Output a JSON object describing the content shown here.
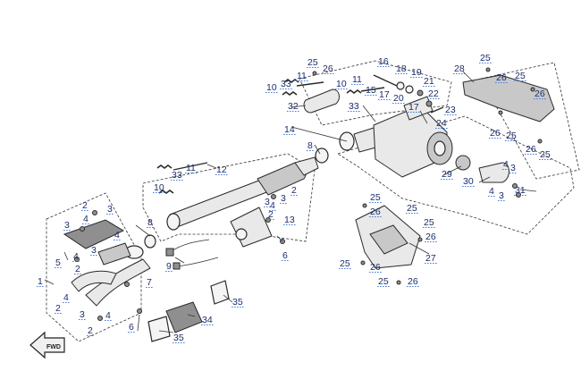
{
  "fwd_label": "FWD",
  "callouts": [
    {
      "id": "c1",
      "text": "1"
    },
    {
      "id": "c2a",
      "text": "2"
    },
    {
      "id": "c2b",
      "text": "2"
    },
    {
      "id": "c2c",
      "text": "2"
    },
    {
      "id": "c2d",
      "text": "2"
    },
    {
      "id": "c2e",
      "text": "2"
    },
    {
      "id": "c2f",
      "text": "2"
    },
    {
      "id": "c3a",
      "text": "3"
    },
    {
      "id": "c3b",
      "text": "3"
    },
    {
      "id": "c3c",
      "text": "3"
    },
    {
      "id": "c3d",
      "text": "3"
    },
    {
      "id": "c3e",
      "text": "3"
    },
    {
      "id": "c3f",
      "text": "3"
    },
    {
      "id": "c3g",
      "text": "3"
    },
    {
      "id": "c3h",
      "text": "3"
    },
    {
      "id": "c4a",
      "text": "4"
    },
    {
      "id": "c4b",
      "text": "4"
    },
    {
      "id": "c4c",
      "text": "4"
    },
    {
      "id": "c4d",
      "text": "4"
    },
    {
      "id": "c4e",
      "text": "4"
    },
    {
      "id": "c4f",
      "text": "4"
    },
    {
      "id": "c4g",
      "text": "4"
    },
    {
      "id": "c4h",
      "text": "4"
    },
    {
      "id": "c5",
      "text": "5"
    },
    {
      "id": "c6a",
      "text": "6"
    },
    {
      "id": "c6b",
      "text": "6"
    },
    {
      "id": "c7",
      "text": "7"
    },
    {
      "id": "c8a",
      "text": "8"
    },
    {
      "id": "c8b",
      "text": "8"
    },
    {
      "id": "c9",
      "text": "9"
    },
    {
      "id": "c10a",
      "text": "10"
    },
    {
      "id": "c10b",
      "text": "10"
    },
    {
      "id": "c10c",
      "text": "10"
    },
    {
      "id": "c11a",
      "text": "11"
    },
    {
      "id": "c11b",
      "text": "11"
    },
    {
      "id": "c11c",
      "text": "11"
    },
    {
      "id": "c12",
      "text": "12"
    },
    {
      "id": "c13",
      "text": "13"
    },
    {
      "id": "c14",
      "text": "14"
    },
    {
      "id": "c15",
      "text": "15"
    },
    {
      "id": "c16",
      "text": "16"
    },
    {
      "id": "c17a",
      "text": "17"
    },
    {
      "id": "c17b",
      "text": "17"
    },
    {
      "id": "c18",
      "text": "18"
    },
    {
      "id": "c19",
      "text": "19"
    },
    {
      "id": "c20",
      "text": "20"
    },
    {
      "id": "c21",
      "text": "21"
    },
    {
      "id": "c22",
      "text": "22"
    },
    {
      "id": "c23",
      "text": "23"
    },
    {
      "id": "c24",
      "text": "24"
    },
    {
      "id": "c25a",
      "text": "25"
    },
    {
      "id": "c25b",
      "text": "25"
    },
    {
      "id": "c25c",
      "text": "25"
    },
    {
      "id": "c25d",
      "text": "25"
    },
    {
      "id": "c25e",
      "text": "25"
    },
    {
      "id": "c25f",
      "text": "25"
    },
    {
      "id": "c25g",
      "text": "25"
    },
    {
      "id": "c25h",
      "text": "25"
    },
    {
      "id": "c25i",
      "text": "25"
    },
    {
      "id": "c25j",
      "text": "25"
    },
    {
      "id": "c26a",
      "text": "26"
    },
    {
      "id": "c26b",
      "text": "26"
    },
    {
      "id": "c26c",
      "text": "26"
    },
    {
      "id": "c26d",
      "text": "26"
    },
    {
      "id": "c26e",
      "text": "26"
    },
    {
      "id": "c26f",
      "text": "26"
    },
    {
      "id": "c26g",
      "text": "26"
    },
    {
      "id": "c26h",
      "text": "26"
    },
    {
      "id": "c26i",
      "text": "26"
    },
    {
      "id": "c27",
      "text": "27"
    },
    {
      "id": "c28",
      "text": "28"
    },
    {
      "id": "c29",
      "text": "29"
    },
    {
      "id": "c30",
      "text": "30"
    },
    {
      "id": "c31",
      "text": "31"
    },
    {
      "id": "c32",
      "text": "32"
    },
    {
      "id": "c33a",
      "text": "33"
    },
    {
      "id": "c33b",
      "text": "33"
    },
    {
      "id": "c33c",
      "text": "33"
    },
    {
      "id": "c34",
      "text": "34"
    },
    {
      "id": "c35a",
      "text": "35"
    },
    {
      "id": "c35b",
      "text": "35"
    }
  ]
}
